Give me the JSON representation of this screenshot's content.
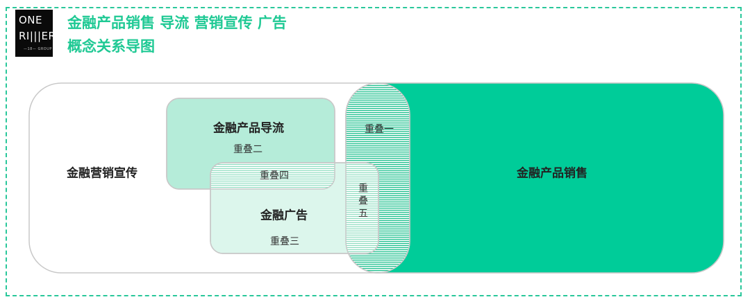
{
  "logo": {
    "line1": "ONE",
    "line2": "RI|||ER",
    "line3": "—18— GROUP"
  },
  "header": {
    "title_line1": "金融产品销售 导流 营销宣传 广告",
    "title_line2": "概念关系导图"
  },
  "diagram": {
    "marketing_label": "金融营销宣传",
    "traffic_label": "金融产品导流",
    "ads_label": "金融广告",
    "sales_label": "金融产品销售",
    "overlap_1": "重叠一",
    "overlap_2": "重叠二",
    "overlap_3": "重叠三",
    "overlap_4": "重叠四",
    "overlap_5": "重叠五"
  },
  "colors": {
    "accent": "#1fc994",
    "sales_fill": "#00cc99",
    "traffic_fill": "#b5ecd9",
    "ads_fill": "#dcf6ec",
    "border": "#c8c8c8"
  }
}
